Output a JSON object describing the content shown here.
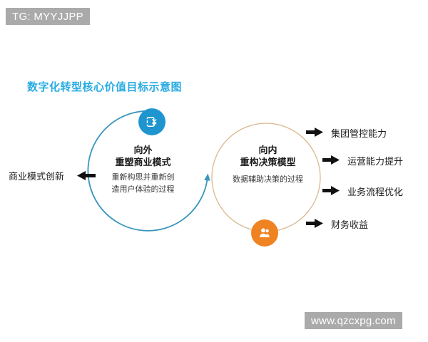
{
  "watermarks": {
    "top": "TG: MYYJJPP",
    "bottom": "www.qzcxpg.com"
  },
  "title": "数字化转型核心价值目标示意图",
  "colors": {
    "title": "#29abe2",
    "left_circle_stroke": "#3a96bd",
    "right_circle_stroke": "#d9b98e",
    "blue_badge": "#1f95cf",
    "orange_badge": "#ef8322",
    "arrow": "#111111",
    "watermark_bg": "#aaaaaa",
    "text": "#1b1b1b"
  },
  "left_circle": {
    "icon": "document-yuan-icon",
    "heading_line1": "向外",
    "heading_line2": "重塑商业模式",
    "subtitle_line1": "重新构思并重新创",
    "subtitle_line2": "造用户体验的过程"
  },
  "right_circle": {
    "icon": "users-icon",
    "heading_line1": "向内",
    "heading_line2": "重构决策模型",
    "subtitle_line1": "数据辅助决策的过程"
  },
  "outcome_left": {
    "label": "商业模式创新",
    "arrow": "arrow-left-icon"
  },
  "outcomes_right": [
    {
      "label": "集团管控能力",
      "arrow": "arrow-right-icon"
    },
    {
      "label": "运营能力提升",
      "arrow": "arrow-right-icon"
    },
    {
      "label": "业务流程优化",
      "arrow": "arrow-right-icon"
    },
    {
      "label": "财务收益",
      "arrow": "arrow-right-icon"
    }
  ]
}
